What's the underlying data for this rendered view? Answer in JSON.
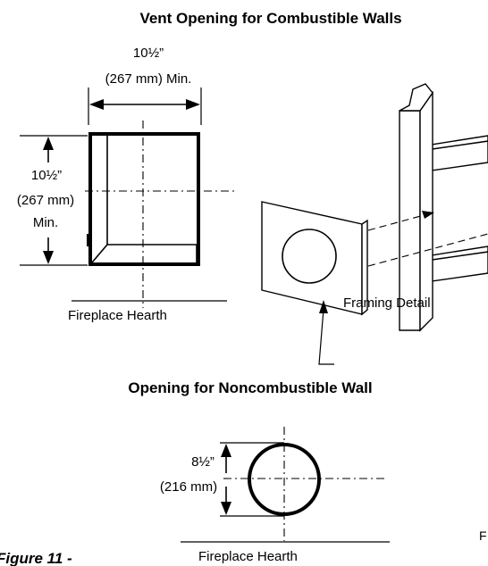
{
  "title_combustible": "Vent Opening for Combustible Walls",
  "width_dim": {
    "value": "10½”",
    "mm": "(267 mm) Min."
  },
  "height_dim": {
    "value": "10½”",
    "mm": "(267 mm)",
    "suffix": "Min."
  },
  "hearth_label_top": "Fireplace Hearth",
  "framing_label": "Framing Detail",
  "title_noncombustible": "Opening for Noncombustible Wall",
  "round_dim": {
    "value": "8½”",
    "mm": "(216 mm)"
  },
  "hearth_label_bottom": "Fireplace Hearth",
  "figure_caption": "Figure 11 -",
  "corner_letter": "F"
}
